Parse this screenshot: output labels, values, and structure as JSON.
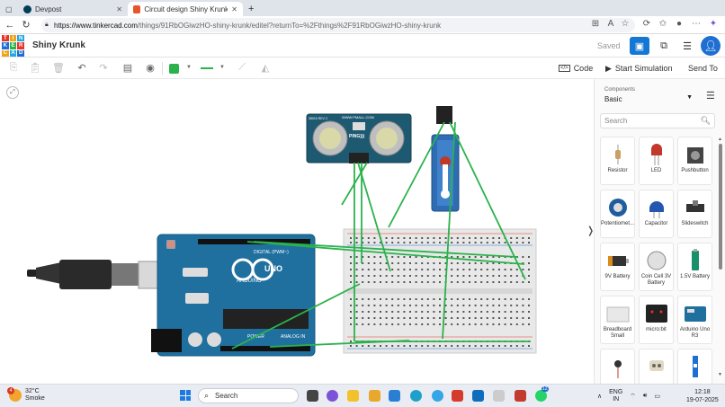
{
  "browser": {
    "tabs": [
      {
        "title": "Devpost",
        "color": "#003e54"
      },
      {
        "title": "Circuit design Shiny Krunk - Tinke",
        "color": "#e7552b"
      }
    ],
    "new_tab": "+",
    "url_host": "https://www.tinkercad.com",
    "url_path": "/things/91RbOGiwzHO-shiny-krunk/editel?returnTo=%2Fthings%2F91RbOGiwzHO-shiny-krunk",
    "back": "←",
    "refresh": "↻"
  },
  "app": {
    "logo_letters": [
      "T",
      "I",
      "N",
      "K",
      "E",
      "R",
      "C",
      "A",
      "D"
    ],
    "logo_colors": [
      "#e4352a",
      "#f0a31c",
      "#27a6e0",
      "#1f6fd2",
      "#2bb24c",
      "#e4352a",
      "#f0a31c",
      "#27a6e0",
      "#1f6fd2"
    ],
    "project_title": "Shiny Krunk",
    "saved_status": "Saved",
    "accent": "#1477d4"
  },
  "toolbar": {
    "code_label": "Code",
    "simulate_label": "Start Simulation",
    "send_label": "Send To",
    "wire_color": "#2bb24c"
  },
  "canvas": {
    "ultrasonic_brand": "WWW.PMALL.COM",
    "ultrasonic_model": "PING)))",
    "ultrasonic_rev": "28015 REV C",
    "arduino_brand": "ARDUINO",
    "arduino_model": "UNO",
    "arduino_digital": "DIGITAL (PWM~)",
    "arduino_power": "POWER",
    "arduino_analog": "ANALOG IN"
  },
  "panel": {
    "components_label": "Components",
    "components_value": "Basic",
    "search_placeholder": "Search",
    "items": [
      {
        "label": "Resistor"
      },
      {
        "label": "LED"
      },
      {
        "label": "Pushbutton"
      },
      {
        "label": "Potentiomet..."
      },
      {
        "label": "Capacitor"
      },
      {
        "label": "Slideswitch"
      },
      {
        "label": "9V Battery"
      },
      {
        "label": "Coin Cell 3V Battery"
      },
      {
        "label": "1.5V Battery"
      },
      {
        "label": "Breadboard Small"
      },
      {
        "label": "micro:bit"
      },
      {
        "label": "Arduino Uno R3"
      },
      {
        "label": ""
      },
      {
        "label": ""
      },
      {
        "label": ""
      }
    ]
  },
  "taskbar": {
    "weather_badge": "4",
    "temperature": "32°C",
    "condition": "Smoke",
    "search_label": "Search",
    "lang_top": "ENG",
    "lang_bottom": "IN",
    "time": "12:18",
    "date": "19-07-2025",
    "whatsapp_badge": "12"
  }
}
